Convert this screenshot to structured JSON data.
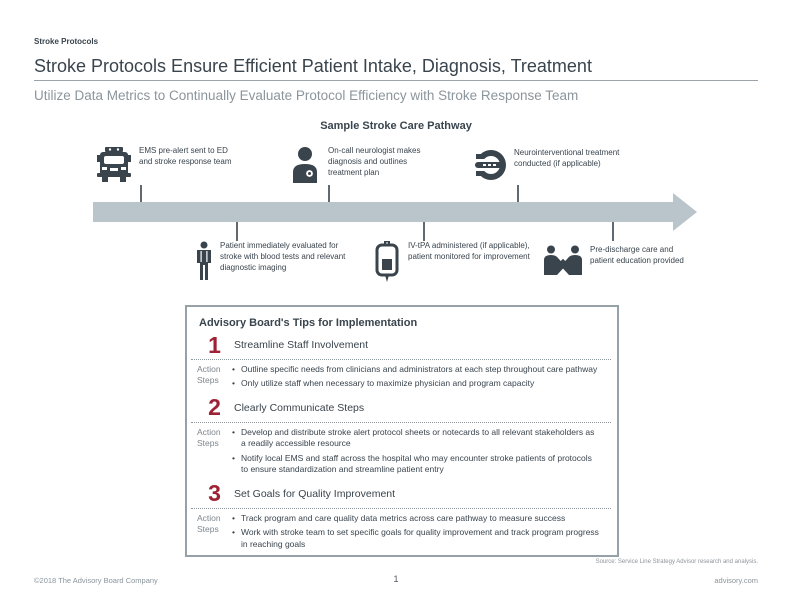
{
  "slide": {
    "eyebrow": "Stroke Protocols",
    "title": "Stroke Protocols Ensure Efficient Patient Intake, Diagnosis, Treatment",
    "subtitle": "Utilize Data Metrics to Continually Evaluate Protocol Efficiency with Stroke Response Team"
  },
  "pathway": {
    "heading": "Sample Stroke Care Pathway",
    "steps_top": [
      {
        "icon": "ambulance-icon",
        "text": "EMS pre-alert sent to ED and stroke response team"
      },
      {
        "icon": "neurologist-icon",
        "text": "On-call neurologist makes diagnosis and outlines treatment plan"
      },
      {
        "icon": "scanner-icon",
        "text": "Neurointerventional treatment conducted (if applicable)"
      }
    ],
    "steps_bottom": [
      {
        "icon": "patient-icon",
        "text": "Patient immediately evaluated for stroke with blood tests and relevant diagnostic imaging"
      },
      {
        "icon": "iv-bag-icon",
        "text": "IV-tPA administered (if applicable), patient monitored for improvement"
      },
      {
        "icon": "handshake-icon",
        "text": "Pre-discharge care and patient education provided"
      }
    ]
  },
  "tips": {
    "heading": "Advisory Board's Tips for Implementation",
    "action_steps_label": "Action Steps",
    "items": [
      {
        "number": "1",
        "title": "Streamline Staff Involvement",
        "bullets": [
          "Outline specific needs from clinicians and administrators at each step throughout care pathway",
          "Only utilize staff when necessary to maximize physician and program capacity"
        ]
      },
      {
        "number": "2",
        "title": "Clearly Communicate Steps",
        "bullets": [
          "Develop and distribute stroke alert protocol sheets or notecards to all relevant stakeholders as a readily accessible resource",
          "Notify local EMS and staff across the hospital who may encounter stroke patients of protocols to ensure standardization and streamline patient entry"
        ]
      },
      {
        "number": "3",
        "title": "Set Goals for Quality Improvement",
        "bullets": [
          "Track program and care quality data metrics across care pathway to measure success",
          "Work with stroke team to set specific goals for quality improvement and track program progress in reaching goals"
        ]
      }
    ]
  },
  "footer": {
    "source": "Source: Service Line Strategy Advisor research and analysis.",
    "copyright": "©2018 The Advisory Board Company",
    "page_number": "1",
    "website": "advisory.com"
  },
  "colors": {
    "accent_red": "#9d2235",
    "dark_slate": "#39444d",
    "arrow_gray": "#bac4cb",
    "muted_gray": "#8b959c"
  }
}
